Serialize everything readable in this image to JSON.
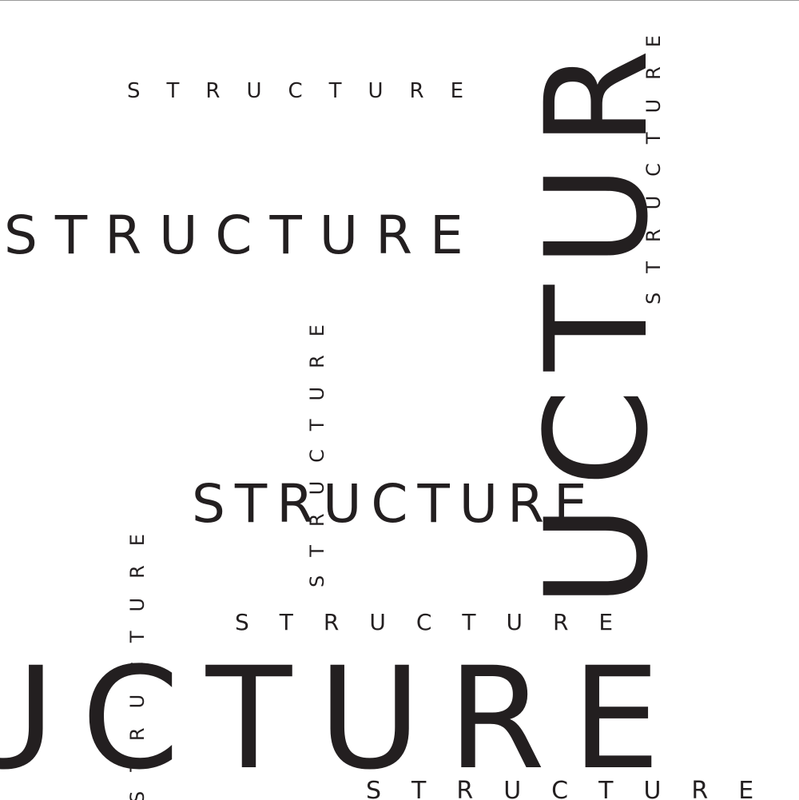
{
  "ink_color": "#231f20",
  "background_color": "#ffffff",
  "words": {
    "w1": "STRUCTURE",
    "w2": "STRUCTURE",
    "w3": "STRUCTURE",
    "w4": "STRUCTURE",
    "w5": "STRUCTURE",
    "w6": "UCTURE",
    "w7": "UCTUR",
    "w8": "STRUCTURE",
    "w9": "STRUCTURE",
    "w10": "STRUCTURE"
  }
}
